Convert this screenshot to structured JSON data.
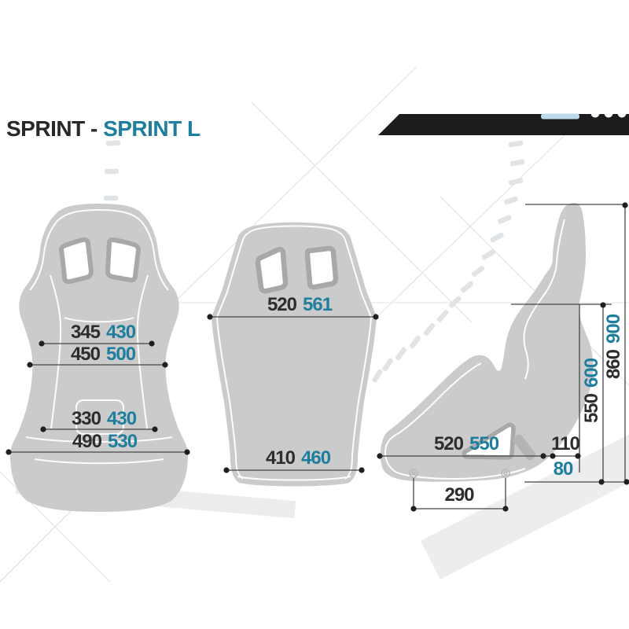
{
  "title": {
    "model": "SPRINT -",
    "variant": "SPRINT L"
  },
  "colors": {
    "accent_teal": "#1f7e9e",
    "text_dark": "#2d2d2f",
    "seat_gray": "#cbcbcb",
    "hole_border_gray": "#a8a8a8",
    "banner_black": "#1c1c1e",
    "banner_blue": "#bdd9e9",
    "watermark_gray": "#e2e4e7"
  },
  "views": {
    "front_upholstered": {
      "dims": [
        {
          "sprint": "345",
          "sprint_l": "430"
        },
        {
          "sprint": "450",
          "sprint_l": "500"
        },
        {
          "sprint": "330",
          "sprint_l": "430"
        },
        {
          "sprint": "490",
          "sprint_l": "530"
        }
      ]
    },
    "front_shell": {
      "dims": [
        {
          "sprint": "520",
          "sprint_l": "561"
        },
        {
          "sprint": "410",
          "sprint_l": "460"
        }
      ]
    },
    "side": {
      "dims": [
        {
          "sprint": "520",
          "sprint_l": "550"
        },
        {
          "sprint": "110",
          "sprint_l": "80"
        },
        {
          "sprint": "550",
          "sprint_l": "600"
        },
        {
          "sprint": "860",
          "sprint_l": "900"
        },
        {
          "sprint": "290",
          "sprint_l": ""
        }
      ]
    }
  }
}
